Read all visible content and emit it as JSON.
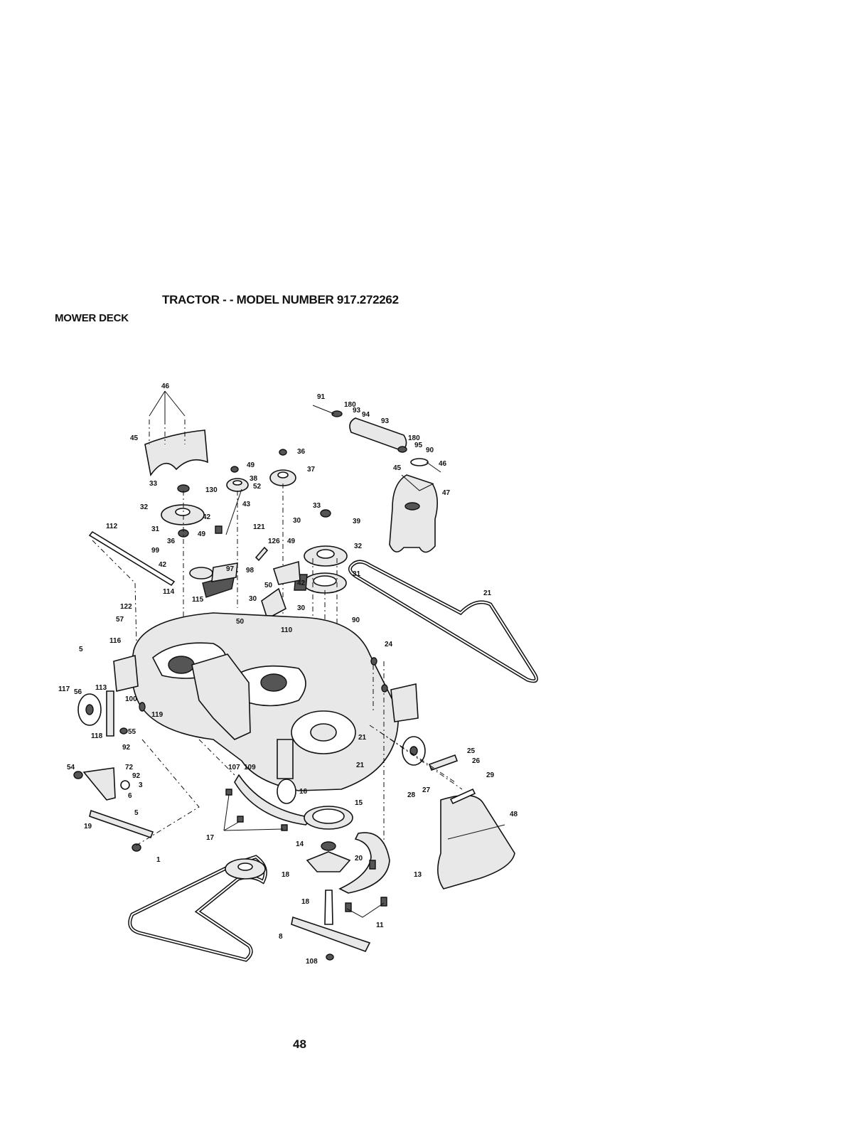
{
  "header": {
    "title": "TRACTOR - - MODEL NUMBER 917.272262",
    "section": "MOWER DECK"
  },
  "footer": {
    "page_number": "48"
  },
  "callouts": [
    "46",
    "45",
    "33",
    "32",
    "31",
    "36",
    "99",
    "42",
    "112",
    "130",
    "49",
    "38",
    "52",
    "43",
    "42",
    "49",
    "36",
    "37",
    "121",
    "126",
    "49",
    "98",
    "42",
    "50",
    "30",
    "97",
    "115",
    "114",
    "110",
    "50",
    "30",
    "33",
    "30",
    "39",
    "32",
    "31",
    "90",
    "91",
    "180",
    "93",
    "94",
    "93",
    "180",
    "95",
    "90",
    "46",
    "45",
    "47",
    "21",
    "122",
    "57",
    "5",
    "116",
    "117",
    "56",
    "113",
    "100",
    "119",
    "118",
    "55",
    "92",
    "54",
    "72",
    "92",
    "3",
    "6",
    "5",
    "19",
    "1",
    "107",
    "109",
    "17",
    "16",
    "15",
    "14",
    "18",
    "20",
    "13",
    "18",
    "11",
    "8",
    "108",
    "21",
    "21",
    "24",
    "25",
    "26",
    "29",
    "28",
    "27",
    "48"
  ]
}
